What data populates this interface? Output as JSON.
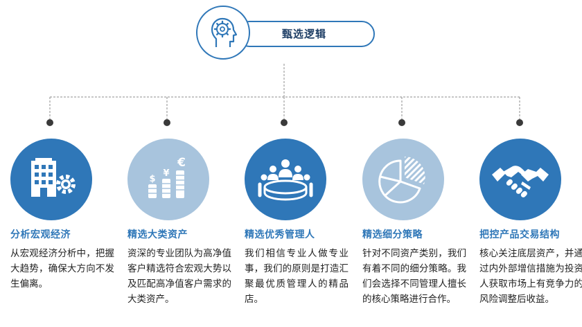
{
  "header": {
    "title": "甄选逻辑",
    "icon": "head-gear-icon"
  },
  "colors": {
    "accent": "#2f77b8",
    "accent_light": "#a8c4dd",
    "dot": "#3a3a3a",
    "title_text": "#1f3f66"
  },
  "items": [
    {
      "icon": "building-gear-icon",
      "title": "分析宏观经济",
      "desc": "从宏观经济分析中，把握大趋势，确保大方向不发生偏离。"
    },
    {
      "icon": "currency-stacks-icon",
      "title": "精选大类资产",
      "desc": "资深的专业团队为高净值客户精选符合宏观大势以及匹配高净值客户需求的大类资产。"
    },
    {
      "icon": "team-table-icon",
      "title": "精选优秀管理人",
      "desc": "我们相信专业人做专业事，我们的原则是打造汇聚最优质管理人的精品店。"
    },
    {
      "icon": "pie-chart-icon",
      "title": "精选细分策略",
      "desc": "针对不同资产类别，我们有着不同的细分策略。我们会选择不同管理人擅长的核心策略进行合作。"
    },
    {
      "icon": "handshake-icon",
      "title": "把控产品交易结构",
      "desc": "核心关注底层资产，并通过内外部增信措施为投资人获取市场上有竞争力的风险调整后收益。"
    }
  ]
}
